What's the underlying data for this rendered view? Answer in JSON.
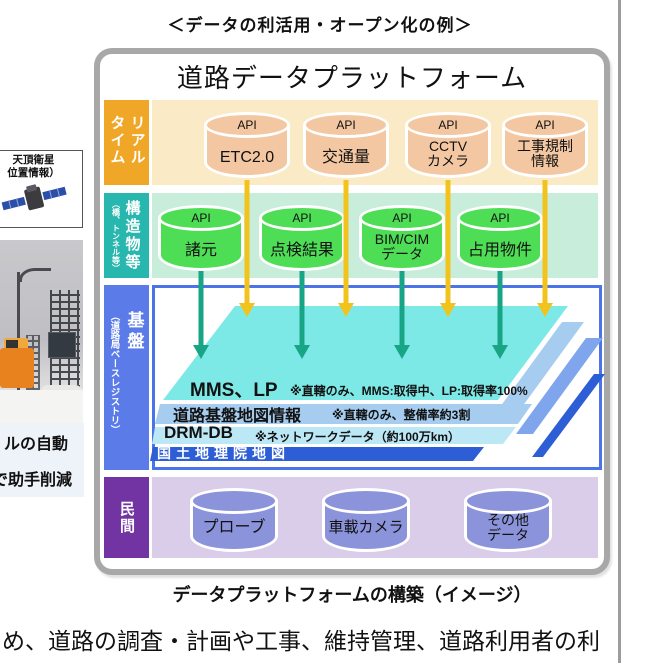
{
  "figure": {
    "title": "＜データの利活用・オープン化の例＞",
    "caption": "データプラットフォームの構築（イメージ）",
    "bottom_text": "め、道路の調査・計画や工事、維持管理、道路利用者の利"
  },
  "platform": {
    "heading": "道路データプラットフォーム",
    "rows": [
      {
        "label": "リアルタイム",
        "cylinders": [
          {
            "api": "API",
            "name": "ETC2.0"
          },
          {
            "api": "API",
            "name": "交通量"
          },
          {
            "api": "API",
            "name": "CCTV\nカメラ"
          },
          {
            "api": "API",
            "name": "工事規制\n情報"
          }
        ]
      },
      {
        "label": "構造物等",
        "sublabel": "（橋、トンネル等）",
        "cylinders": [
          {
            "api": "API",
            "name": "諸元"
          },
          {
            "api": "API",
            "name": "点検結果"
          },
          {
            "api": "API",
            "name": "BIM/CIM\nデータ"
          },
          {
            "api": "API",
            "name": "占用物件"
          }
        ]
      },
      {
        "label": "基盤",
        "sublabel": "（道路局ベースレジストリ）",
        "layers": [
          {
            "name": "MMS、LP",
            "note": "※直轄のみ、MMS:取得中、LP:取得率100%"
          },
          {
            "name": "道路基盤地図情報",
            "note": "※直轄のみ、整備率約3割"
          },
          {
            "name": "DRM-DB",
            "note": "※ネットワークデータ（約100万km）"
          },
          {
            "name": "国土地理院地図",
            "note": ""
          }
        ]
      },
      {
        "label": "民間",
        "cylinders": [
          {
            "name": "プローブ"
          },
          {
            "name": "車載カメラ"
          },
          {
            "name": "その他\nデータ"
          }
        ]
      }
    ]
  },
  "left_panel": {
    "satellite_caption": "天頂衛星\n位置情報）",
    "fragment_1": "ルの自動",
    "fragment_2": "で助手削減"
  },
  "colors": {
    "box_border": "#A8A8A8",
    "divider": "#9C9C9C",
    "realtime_label": "#F0A727",
    "realtime_bg": "#FAEAC6",
    "realtime_cylinder": "#F3C7A1",
    "structure_label": "#28B7AE",
    "structure_bg": "#C9EDDB",
    "structure_cylinder": "#4EDE55",
    "base_label": "#5A7BE8",
    "base_border": "#4A74E8",
    "plane": "#7DE9E7",
    "layer2": "#A6CDEF",
    "layer3": "#BCE7F5",
    "layer4": "#2E5ED6",
    "stripe_mid": "#7FA6EC",
    "private_label": "#7233A3",
    "private_bg": "#D9CDE9",
    "private_cylinder": "#8B93DB",
    "arrow_yellow": "#F2C31C",
    "arrow_teal": "#17A585"
  }
}
